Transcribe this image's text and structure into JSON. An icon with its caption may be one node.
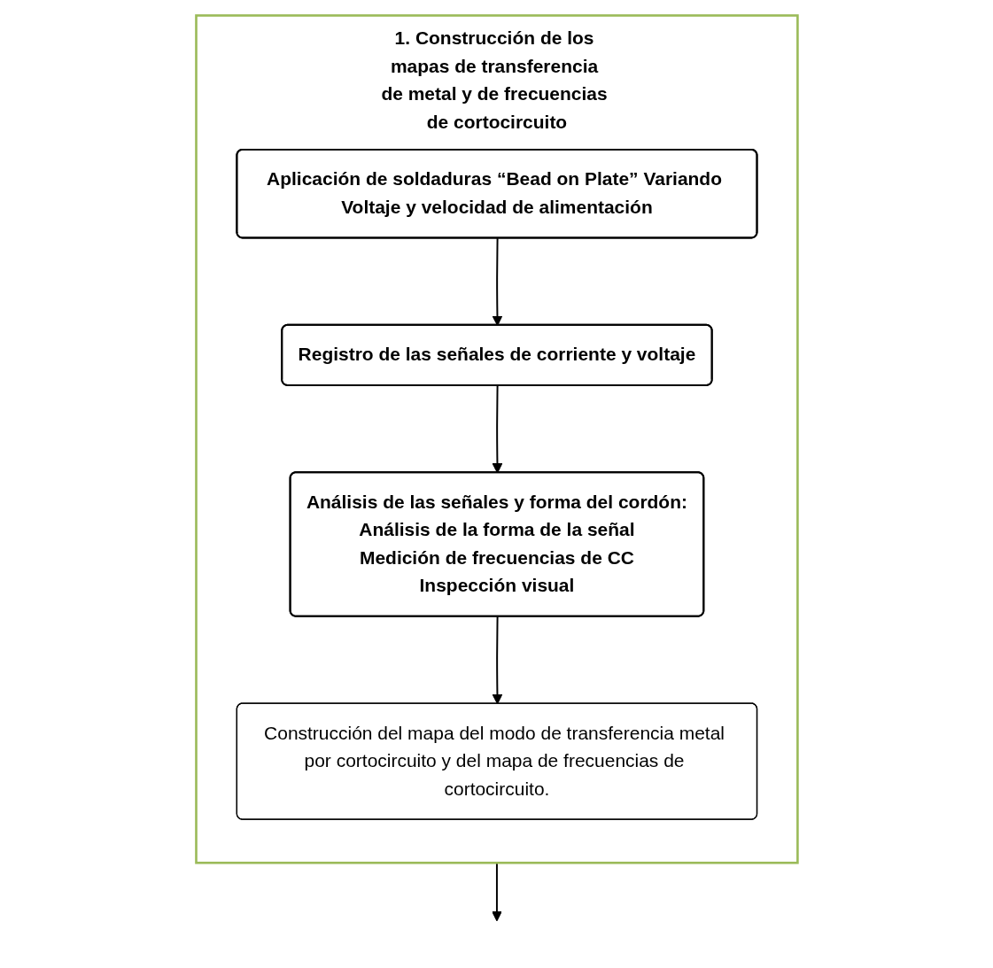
{
  "diagram": {
    "nodes": [
      {
        "text": [
          "1. Construcción de los mapas de transferencia de metal y de frecuencias de cortocircuito"
        ]
      },
      {
        "text": [
          "Aplicación de soldaduras “Bead on Plate” Variando Voltaje y velocidad de alimentación"
        ],
        "in": 0
      },
      {
        "text": [
          "Registro de las señales de corriente y voltaje"
        ],
        "in": 0
      },
      {
        "text": [
          "Análisis de las señales y forma del cordón:",
          "Análisis de la forma de la señal",
          "Medición de frecuencias de CC",
          "Inspección visual"
        ],
        "in": 0
      },
      {
        "text": [
          "Construcción del mapa del modo de transferencia metal por cortocircuito y del mapa de frecuencias de cortocircuito."
        ],
        "in": 0
      }
    ],
    "edges": [
      {
        "from": 1,
        "to": 2,
        "arrow": "to"
      },
      {
        "from": 2,
        "to": 3,
        "arrow": "to"
      },
      {
        "from": 3,
        "to": 4,
        "arrow": "to"
      },
      {
        "from": 0,
        "to": null,
        "arrow": "to"
      }
    ]
  }
}
